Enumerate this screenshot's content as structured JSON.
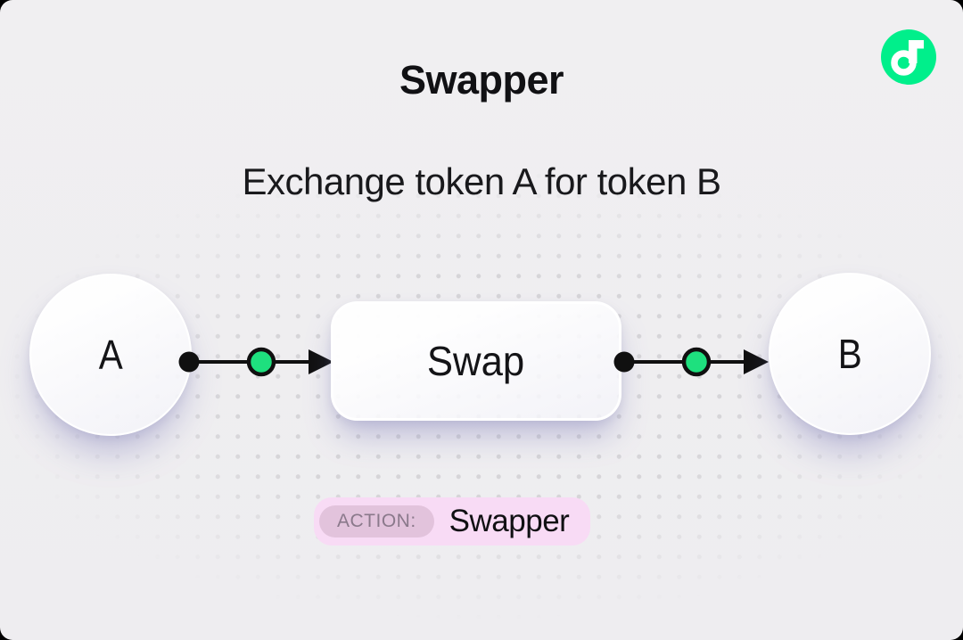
{
  "window": {
    "background_color": "#efeef0",
    "corner_backdrop_color": "#000000",
    "dot_grid_color": "#d6d5d8"
  },
  "header": {
    "title": "Swapper",
    "subtitle": "Exchange token A for token B"
  },
  "logo": {
    "name": "flow-logo",
    "brand_color": "#00EF8B"
  },
  "diagram": {
    "node_a": {
      "label": "A"
    },
    "swap_box": {
      "label": "Swap"
    },
    "node_b": {
      "label": "B"
    },
    "connector": {
      "line_color": "#101010",
      "accent_green": "#1EE07E"
    }
  },
  "action_badge": {
    "label": "ACTION:",
    "value": "Swapper",
    "background": "#F8DBF5",
    "label_background": "#E2C3DC",
    "label_text_color": "#8A798B"
  }
}
